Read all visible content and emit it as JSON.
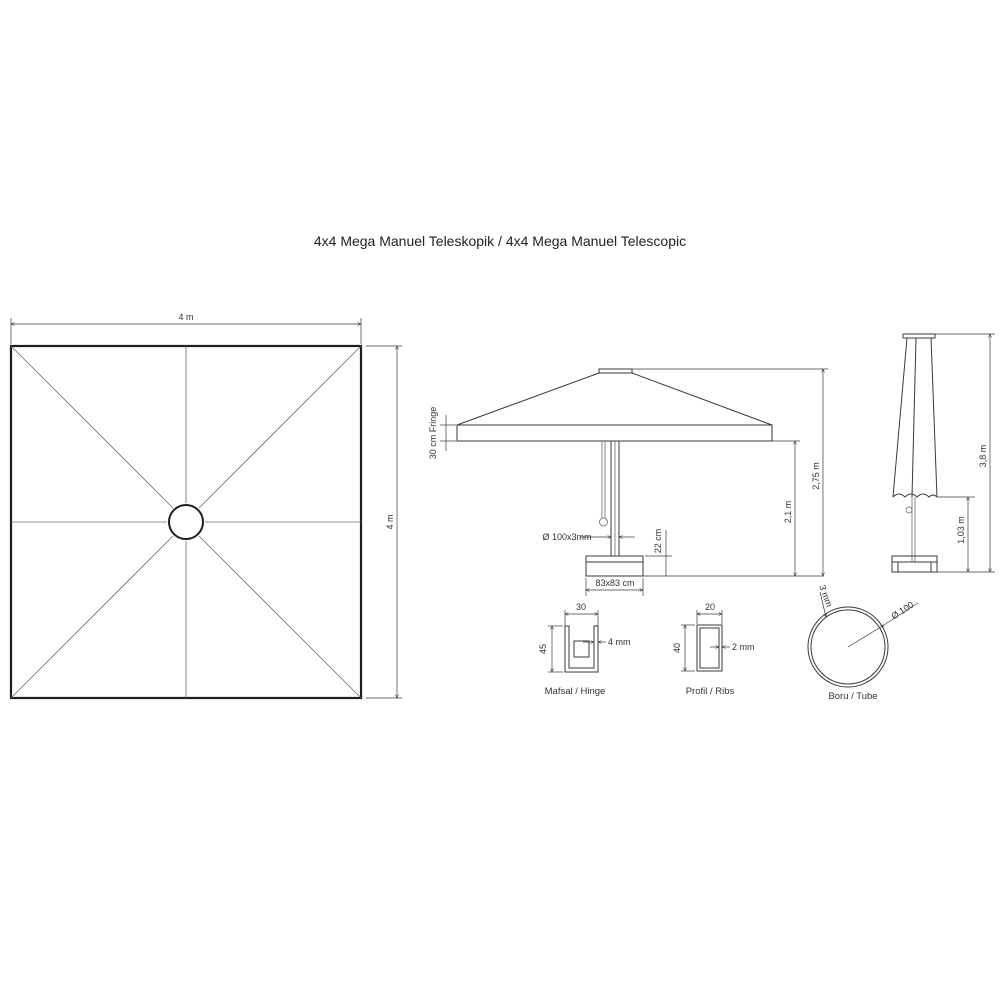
{
  "title": "4x4 Mega Manuel Teleskopik / 4x4 Mega Manuel Telescopic",
  "top_view": {
    "width_label": "4 m",
    "height_label": "4 m"
  },
  "side_view": {
    "fringe_label": "30 cm Fringe",
    "pole_label": "Ø 100x3mm",
    "base_height_label": "22 cm",
    "base_size_label": "83x83 cm",
    "clearance_label": "2,1 m",
    "total_height_label": "2,75 m"
  },
  "folded_view": {
    "bottom_height_label": "1,03 m",
    "total_height_label": "3,8 m"
  },
  "hinge": {
    "width_label": "30",
    "height_label": "45",
    "thickness_label": "4 mm",
    "caption": "Mafsal / Hinge"
  },
  "ribs": {
    "width_label": "20",
    "height_label": "40",
    "thickness_label": "2 mm",
    "caption": "Profil / Ribs"
  },
  "tube": {
    "thickness_label": "3 mm",
    "diameter_label": "Ø 100",
    "caption": "Boru / Tube"
  }
}
